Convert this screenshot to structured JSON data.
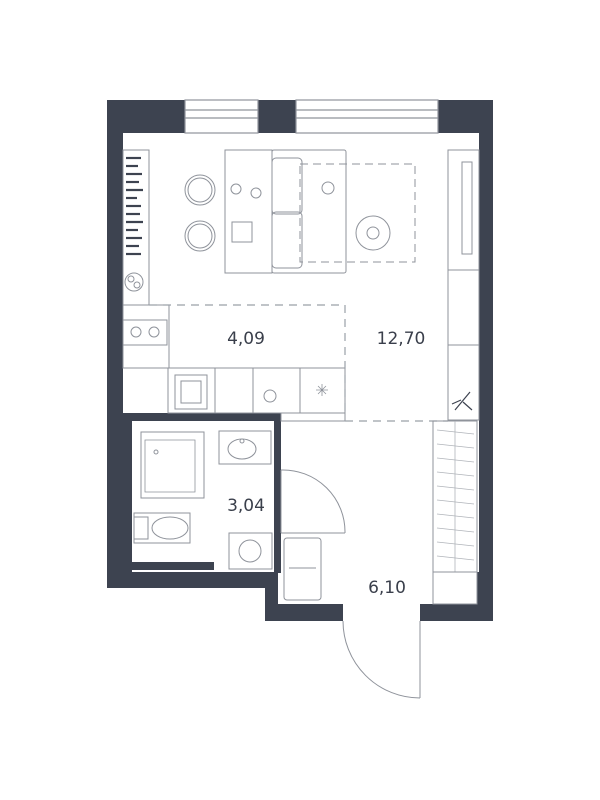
{
  "rooms": {
    "kitchen_area": "4,09",
    "living_area": "12,70",
    "bathroom_area": "3,04",
    "hall_area": "6,10"
  },
  "colors": {
    "wall": "#3d4350",
    "line": "#8f939b",
    "dash": "#9aa0a8",
    "background": "#ffffff"
  }
}
